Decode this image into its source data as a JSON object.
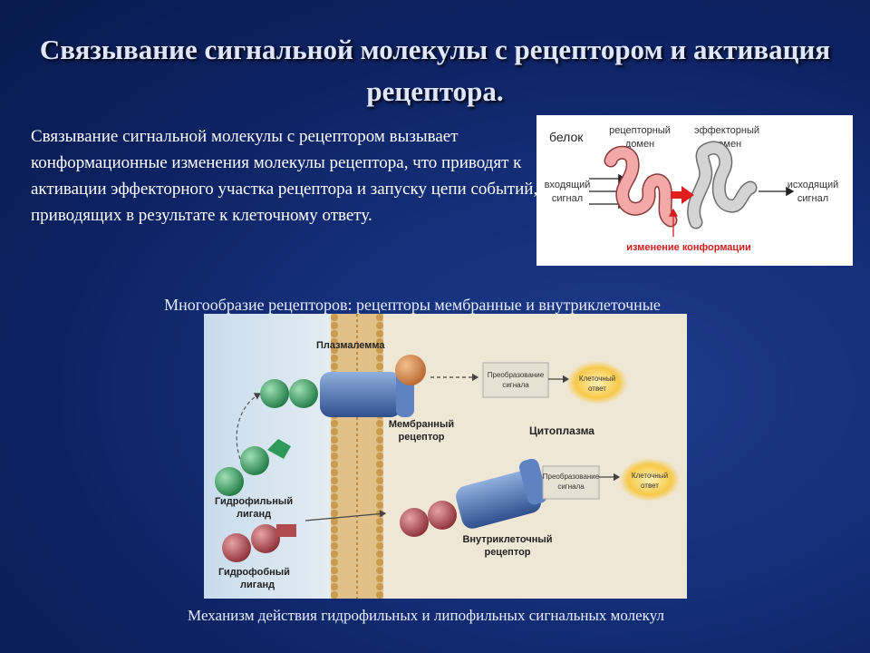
{
  "title": "Связывание сигнальной молекулы с рецептором и активация рецептора.",
  "intro": "Связывание сигнальной молекулы с рецептором вызывает конформационные изменения молекулы рецептора, что приводят к активации эффекторного участка рецептора и запуску цепи событий, приводящих в результате к клеточному ответу.",
  "figure1": {
    "protein": "белок",
    "receptor_domain_1": "рецепторный",
    "receptor_domain_2": "домен",
    "effector_domain_1": "эффекторный",
    "effector_domain_2": "домен",
    "in_signal_1": "входящий",
    "in_signal_2": "сигнал",
    "out_signal_1": "исходящий",
    "out_signal_2": "сигнал",
    "conformation_change": "изменение конформации"
  },
  "subtitle": "Многообразие рецепторов: рецепторы мембранные и внутриклеточные",
  "figure2": {
    "plasmalemma": "Плазмалемма",
    "cytoplasm": "Цитоплазма",
    "membrane_receptor_1": "Мембранный",
    "membrane_receptor_2": "рецептор",
    "intracellular_receptor_1": "Внутриклеточный",
    "intracellular_receptor_2": "рецептор",
    "hydrophilic_1": "Гидрофильный",
    "hydrophilic_2": "лиганд",
    "hydrophobic_1": "Гидрофобный",
    "hydrophobic_2": "лиганд",
    "transform_1": "Преобразование",
    "transform_2": "сигнала",
    "response_1": "Клеточный",
    "response_2": "ответ",
    "colors": {
      "hydrophilic_ligand": "#2e9a5a",
      "hydrophobic_ligand": "#b04a4e",
      "receptor": "#4e74b8",
      "membrane": "#c99b4e",
      "response": "#f7c94a"
    }
  },
  "caption": "Механизм действия гидрофильных и липофильных сигнальных молекул"
}
